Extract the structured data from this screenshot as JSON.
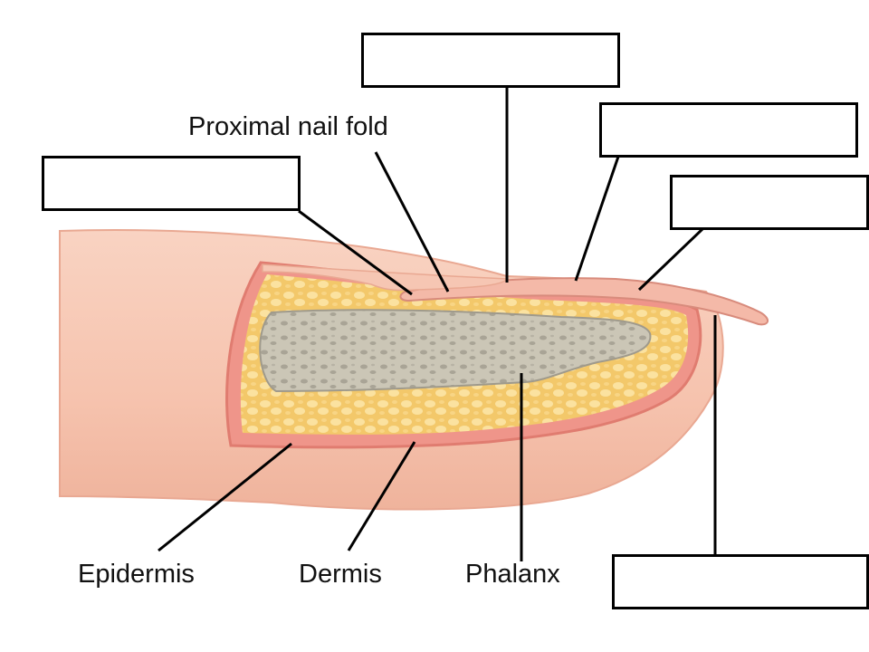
{
  "labels": {
    "proximal_nail_fold": "Proximal nail fold",
    "epidermis": "Epidermis",
    "dermis": "Dermis",
    "phalanx": "Phalanx"
  },
  "blank_boxes": [
    "",
    "",
    "",
    "",
    ""
  ],
  "colors": {
    "skin": "#f7c7b4",
    "skin_shadow": "#e9a892",
    "dermis_edge": "#ee8f82",
    "fat": "#f3c86a",
    "fat_light": "#fbe2a0",
    "bone": "#c9c4b4",
    "bone_edge": "#9f9a8c",
    "leader_line": "#000000"
  }
}
